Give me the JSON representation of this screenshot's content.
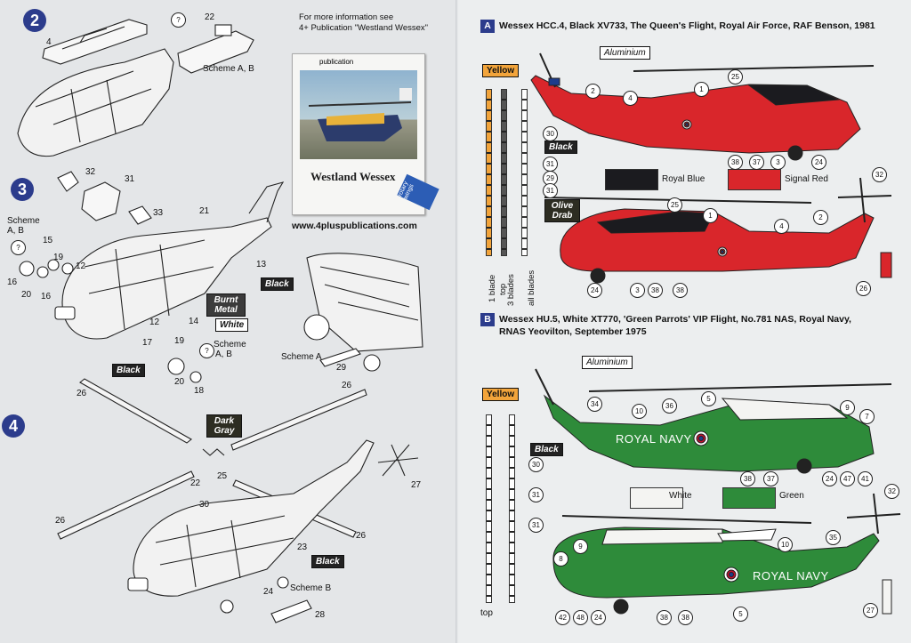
{
  "left": {
    "steps": [
      "2",
      "3",
      "4"
    ],
    "info": {
      "line1": "For more information see",
      "line2": "4+ Publication \"Westland Wessex\"",
      "url": "www.4pluspublications.com",
      "book_title": "Westland Wessex",
      "book_publisher": "publication",
      "book_badge": "rotary wings"
    },
    "labels": {
      "scheme_ab_top": "Scheme A, B",
      "scheme_ab_left": "Scheme",
      "scheme_ab_left2": "A, B",
      "scheme_ab_mid": "Scheme",
      "scheme_ab_mid2": "A, B",
      "scheme_a": "Scheme A",
      "scheme_b": "Scheme B",
      "q": "?"
    },
    "tags": {
      "black1": "Black",
      "burnt1": "Burnt",
      "burnt2": "Metal",
      "white": "White",
      "black2": "Black",
      "dark1": "Dark",
      "dark2": "Gray",
      "black3": "Black"
    },
    "nums": [
      "4",
      "22",
      "32",
      "31",
      "33",
      "21",
      "15",
      "19",
      "12",
      "16",
      "20",
      "16",
      "13",
      "12",
      "14",
      "17",
      "19",
      "18",
      "20",
      "29",
      "26",
      "26",
      "30",
      "25",
      "22",
      "27",
      "26",
      "26",
      "23",
      "24",
      "28"
    ]
  },
  "right": {
    "schemeA": {
      "letter": "A",
      "line1": "Wessex HCC.4, Black XV733, The Queen's Flight, Royal Air Force, RAF Benson, 1981",
      "alu": "Aluminium",
      "yellow": "Yellow",
      "black": "Black",
      "olive1": "Olive",
      "olive2": "Drab",
      "sw_blue": "Royal Blue",
      "sw_red": "Signal Red",
      "blade1": "1 blade",
      "blade2": "top",
      "blade3": "3 blades",
      "blade4": "all blades",
      "colors": {
        "blue": "#1b1b1f",
        "red": "#d9262b"
      }
    },
    "schemeB": {
      "letter": "B",
      "line1": "Wessex HU.5, White XT770, 'Green Parrots' VIP Flight, No.781 NAS, Royal Navy,",
      "line2": "RNAS Yeovilton, September 1975",
      "alu": "Aluminium",
      "yellow": "Yellow",
      "black": "Black",
      "sw_white": "White",
      "sw_green": "Green",
      "royal_navy": "ROYAL  NAVY",
      "top": "top",
      "colors": {
        "white": "#f4f4f2",
        "green": "#2e8b3a"
      }
    },
    "nums_a": [
      "1",
      "25",
      "2",
      "4",
      "30",
      "31",
      "29",
      "31",
      "38",
      "37",
      "3",
      "24",
      "32",
      "25",
      "1",
      "4",
      "2",
      "24",
      "3",
      "38",
      "38",
      "26"
    ],
    "nums_b": [
      "34",
      "10",
      "36",
      "5",
      "9",
      "7",
      "30",
      "31",
      "31",
      "38",
      "37",
      "24",
      "47",
      "41",
      "32",
      "9",
      "8",
      "35",
      "10",
      "42",
      "48",
      "24",
      "38",
      "38",
      "5",
      "27"
    ]
  }
}
